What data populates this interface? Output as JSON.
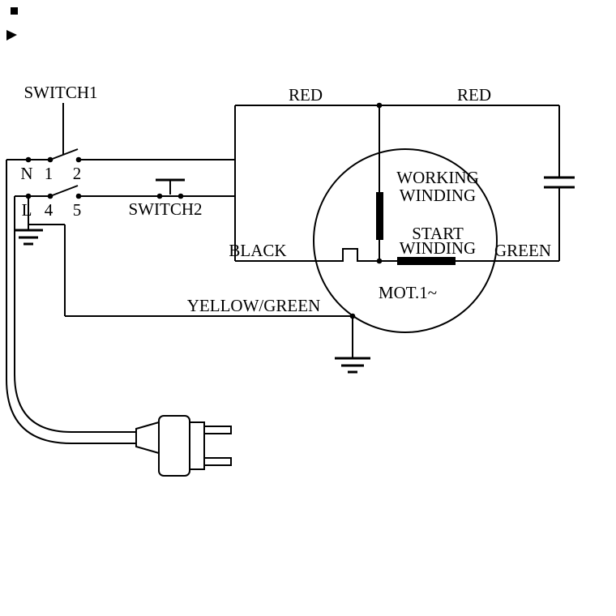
{
  "colors": {
    "ink": "#000000",
    "paper": "#ffffff"
  },
  "labels": {
    "switch1": "SWITCH1",
    "switch2": "SWITCH2",
    "terminal_n": "N",
    "terminal_1": "1",
    "terminal_2": "2",
    "terminal_l": "L",
    "terminal_4": "4",
    "terminal_5": "5",
    "red_left": "RED",
    "red_right": "RED",
    "black": "BLACK",
    "green": "GREEN",
    "yellow_green": "YELLOW/GREEN",
    "working_winding_1": "WORKING",
    "working_winding_2": "WINDING",
    "start_winding_1": "START",
    "start_winding_2": "WINDING",
    "motor": "MOT.1~"
  }
}
